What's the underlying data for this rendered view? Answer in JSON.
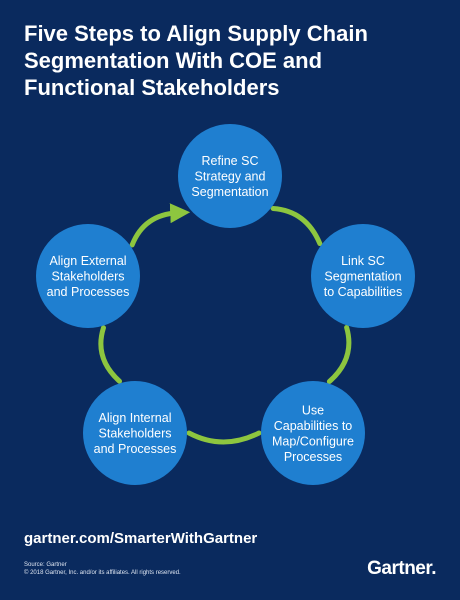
{
  "title_lines": [
    "Five Steps to Align Supply Chain",
    "Segmentation With COE and",
    "Functional Stakeholders"
  ],
  "steps": [
    {
      "lines": [
        "Refine SC",
        "Strategy and",
        "Segmentation"
      ]
    },
    {
      "lines": [
        "Link SC",
        "Segmentation",
        "to Capabilities"
      ]
    },
    {
      "lines": [
        "Use",
        "Capabilities to",
        "Map/Configure",
        "Processes"
      ]
    },
    {
      "lines": [
        "Align Internal",
        "Stakeholders",
        "and Processes"
      ]
    },
    {
      "lines": [
        "Align External",
        "Stakeholders",
        "and Processes"
      ]
    }
  ],
  "footer": {
    "url": "gartner.com/SmarterWithGartner",
    "source_line_1": "Source: Gartner",
    "source_line_2": "© 2018 Gartner, Inc. and/or its affiliates. All rights reserved.",
    "logo": "Gartner",
    "logo_dot": "."
  },
  "colors": {
    "background": "#0a2a5e",
    "circle": "#1f7fd0",
    "arrow": "#8dc63f"
  }
}
